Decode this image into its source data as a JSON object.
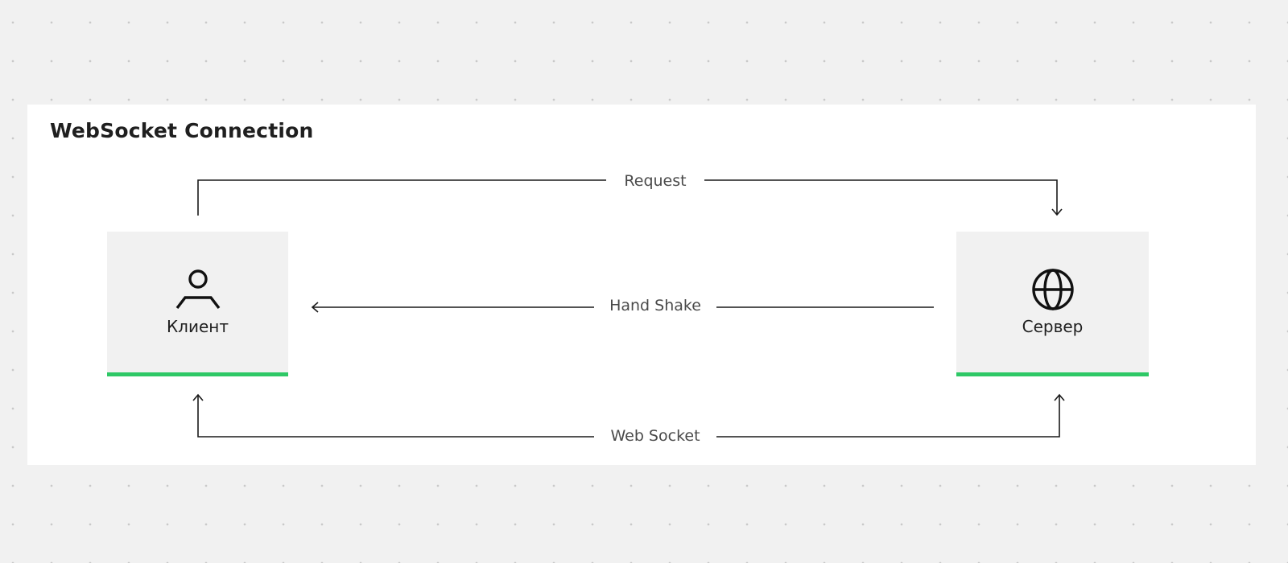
{
  "diagram": {
    "title": "WebSocket Connection",
    "nodes": {
      "client": {
        "label": "Клиент",
        "icon": "person-icon"
      },
      "server": {
        "label": "Сервер",
        "icon": "globe-icon"
      }
    },
    "edges": {
      "request": {
        "label": "Request",
        "from": "client",
        "to": "server"
      },
      "handshake": {
        "label": "Hand Shake",
        "from": "server",
        "to": "client"
      },
      "websocket": {
        "label": "Web Socket",
        "between": [
          "client",
          "server"
        ]
      }
    },
    "colors": {
      "accent": "#2ec866",
      "node_fill": "#f1f1f1",
      "canvas": "#f1f1f1",
      "panel": "#ffffff",
      "line": "#1a1a1a"
    }
  }
}
